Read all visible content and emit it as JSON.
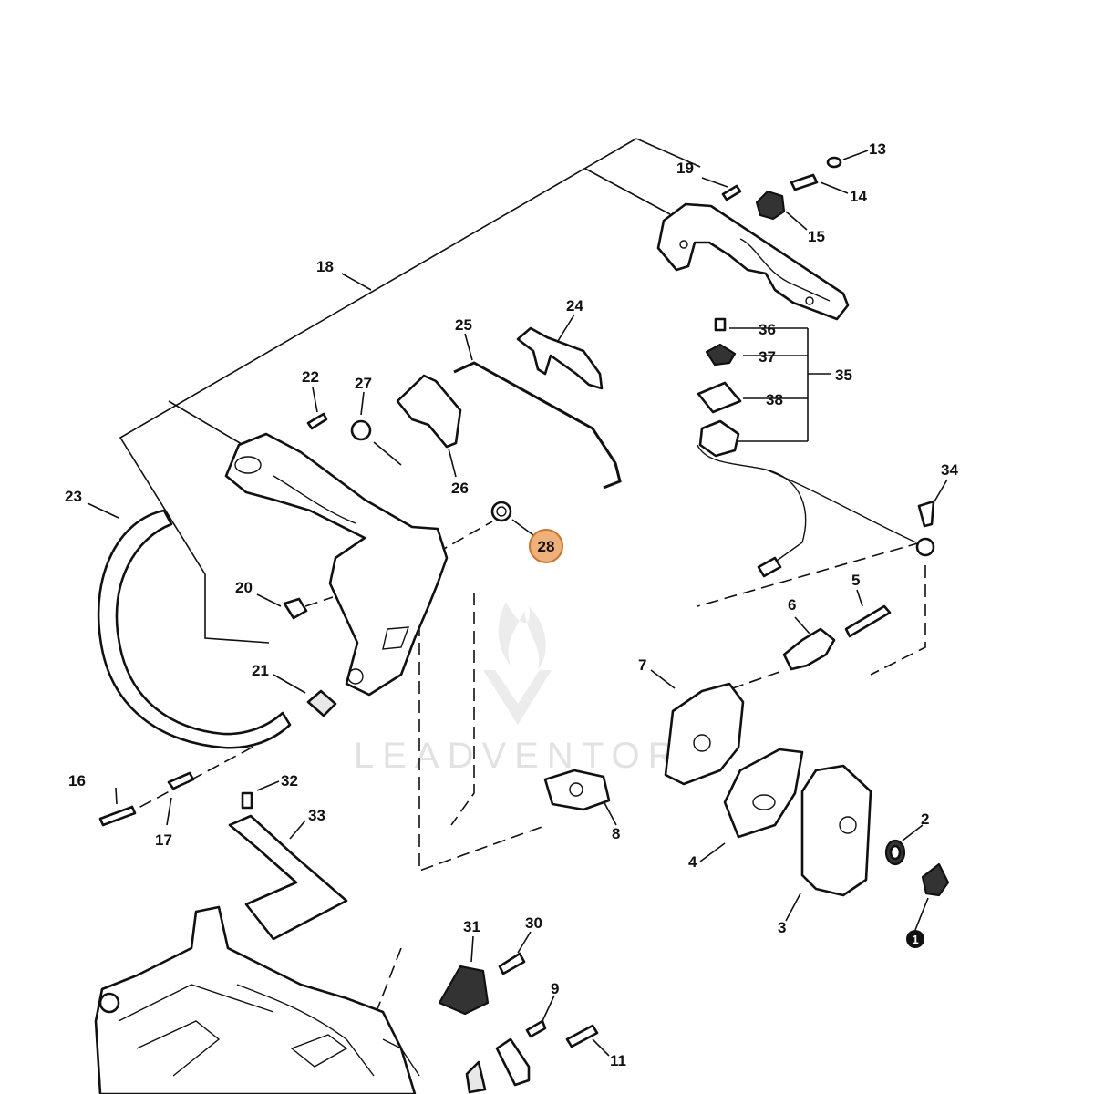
{
  "watermark": "LEADVENTOR",
  "highlight_color": "#f0b07a",
  "callouts": {
    "c1": "1",
    "c2": "2",
    "c3": "3",
    "c4": "4",
    "c5": "5",
    "c6": "6",
    "c7": "7",
    "c8": "8",
    "c9": "9",
    "c11": "11",
    "c13": "13",
    "c14": "14",
    "c15": "15",
    "c16": "16",
    "c17": "17",
    "c18": "18",
    "c19": "19",
    "c20": "20",
    "c21": "21",
    "c22": "22",
    "c23": "23",
    "c24": "24",
    "c25": "25",
    "c26": "26",
    "c27": "27",
    "c28": "28",
    "c30": "30",
    "c31": "31",
    "c32": "32",
    "c33": "33",
    "c34": "34",
    "c35": "35",
    "c36": "36",
    "c37": "37",
    "c38": "38"
  }
}
